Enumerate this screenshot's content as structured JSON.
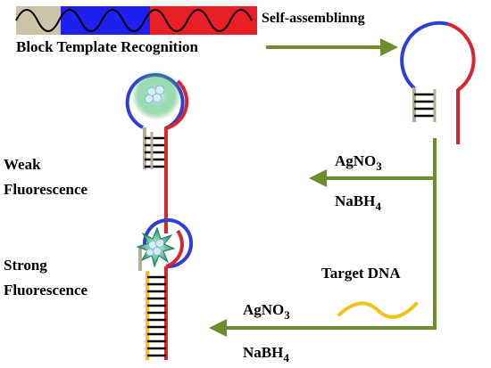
{
  "labels": {
    "self_assembling": "Self-assemblinng",
    "block_template_recognition": "Block Template Recognition",
    "weak_1": "Weak",
    "weak_2": "Fluorescence",
    "strong_1": "Strong",
    "strong_2": "Fluorescence",
    "target_dna": "Target DNA",
    "reagent_ag": {
      "base": "AgNO",
      "sub": "3"
    },
    "reagent_na": {
      "base": "NaBH",
      "sub": "4"
    }
  },
  "colors": {
    "arrow": "#6f8d2e",
    "block_tan": "#cbc4a7",
    "block_blue": "#1f1ff0",
    "block_red": "#ea1f25",
    "strand_tan": "#b3ad94",
    "strand_blue": "#2f3fd6",
    "strand_red": "#d9262e",
    "target_yellow": "#f1c21a",
    "rung": "#000000",
    "glow_green": "#3fae5a",
    "cluster": "#cfe8f0"
  }
}
